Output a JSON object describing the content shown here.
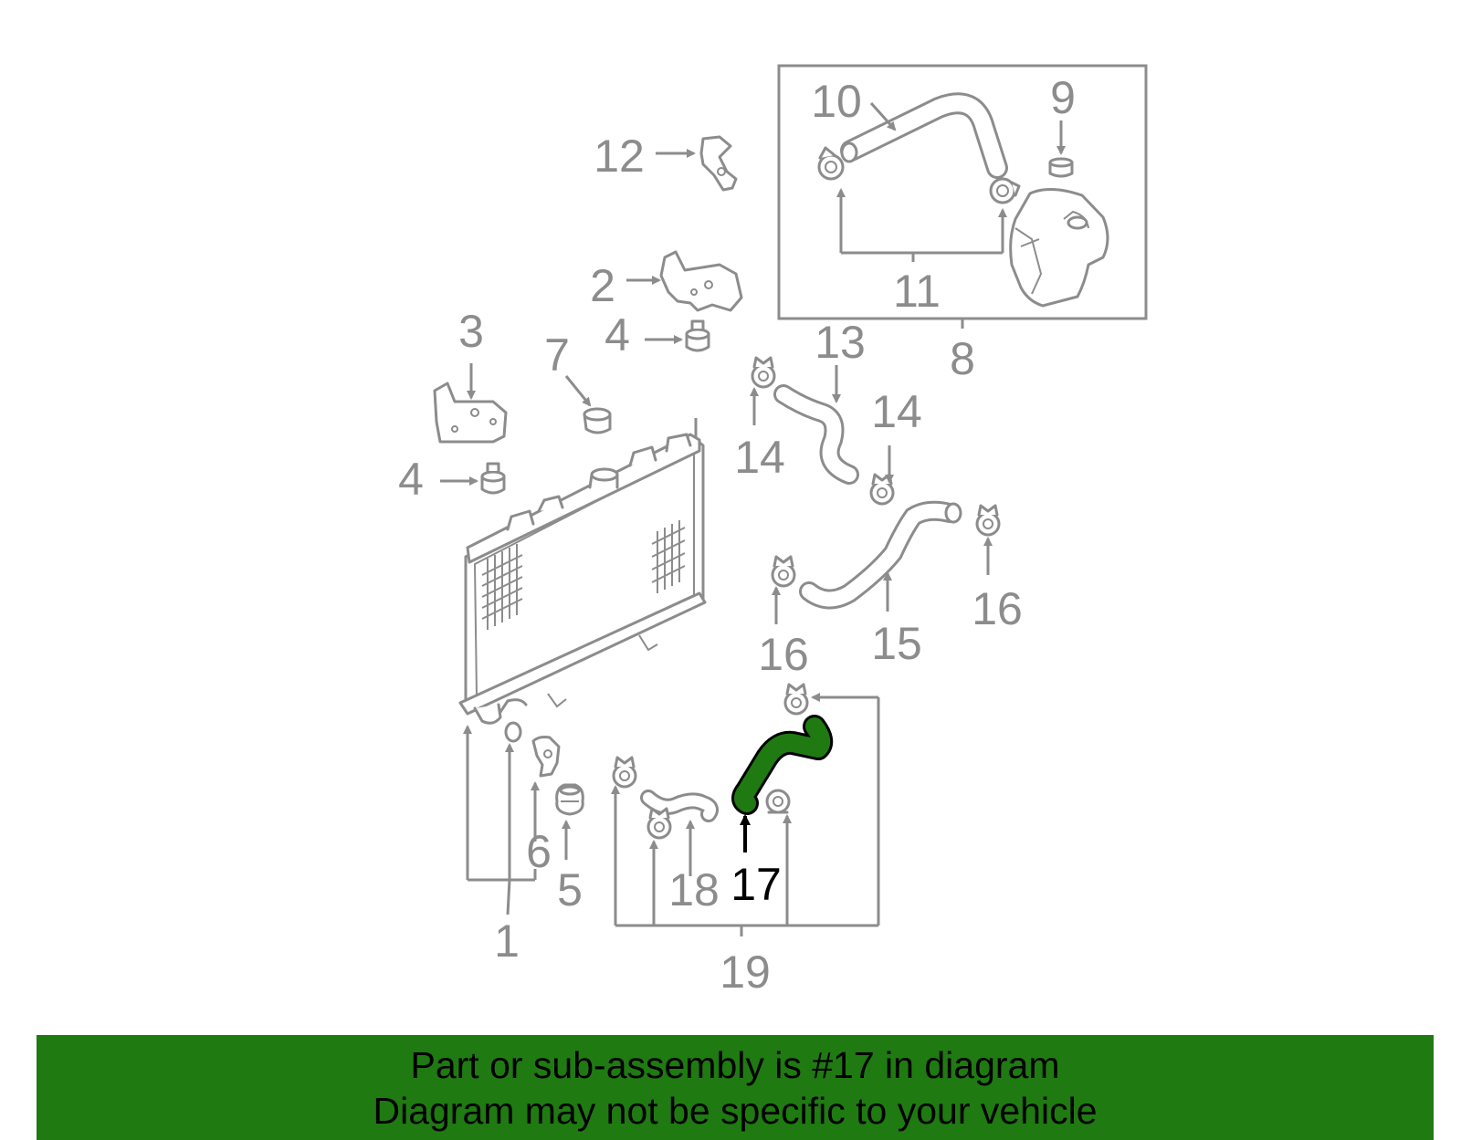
{
  "labels": {
    "n1": "1",
    "n2": "2",
    "n3": "3",
    "n4a": "4",
    "n4b": "4",
    "n5": "5",
    "n6": "6",
    "n7": "7",
    "n8": "8",
    "n9": "9",
    "n10": "10",
    "n11": "11",
    "n12": "12",
    "n13": "13",
    "n14a": "14",
    "n14b": "14",
    "n15": "15",
    "n16a": "16",
    "n16b": "16",
    "n17": "17",
    "n18": "18",
    "n19": "19"
  },
  "highlight_part": "17",
  "colors": {
    "highlight": "#1f7a12",
    "part_outline": "#8c8c8c",
    "banner": "#1f7a12"
  },
  "banner": {
    "line1": "Part or sub-assembly is #17 in diagram",
    "line2": "Diagram may not be specific to your vehicle"
  }
}
